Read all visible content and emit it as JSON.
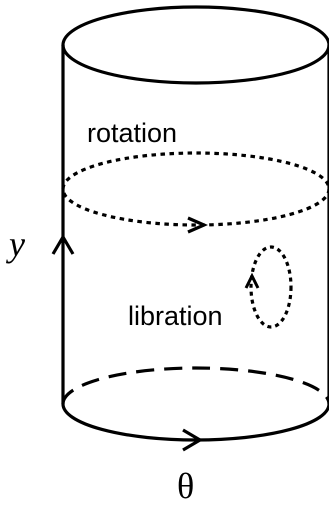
{
  "labels": {
    "rotation": "rotation",
    "libration": "libration",
    "y_axis": "y",
    "theta_axis": "θ"
  }
}
